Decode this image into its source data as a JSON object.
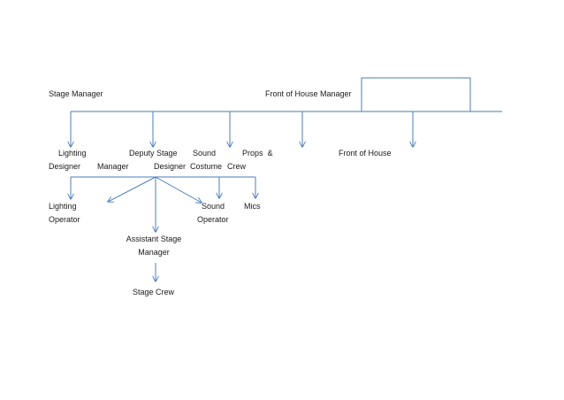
{
  "nodes": {
    "stage_manager": "Stage Manager",
    "front_of_house_manager": "Front of House Manager",
    "lighting_designer": {
      "line1": "Lighting",
      "line2": "Designer"
    },
    "deputy_stage_manager": {
      "line1": "Deputy Stage",
      "line2": "Manager"
    },
    "designer": "Designer",
    "sound": "Sound",
    "costume": "Costume",
    "props": "Props  &",
    "crew": "Crew",
    "front_of_house": "Front of House",
    "lighting_operator": {
      "line1": "Lighting",
      "line2": "Operator"
    },
    "sound_operator": {
      "line1": "Sound",
      "line2": "Operator"
    },
    "mics": "Mics",
    "assistant_stage_manager": {
      "line1": "Assistant Stage",
      "line2": "Manager"
    },
    "stage_crew": "Stage Crew"
  },
  "colors": {
    "line": "#4a7ebb",
    "text": "#1a1a1a"
  }
}
